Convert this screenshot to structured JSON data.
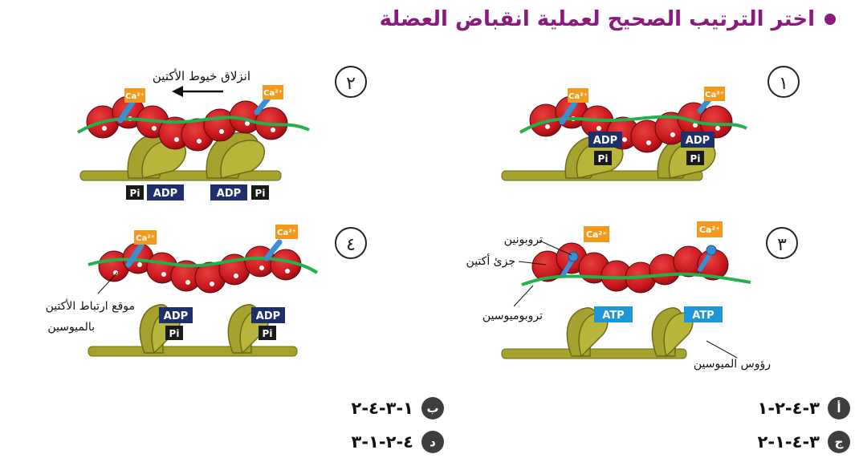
{
  "question": {
    "title": "اختر الترتيب الصحيح لعملية انقباض العضلة"
  },
  "diagrams": {
    "panel_numbers": [
      "١",
      "٢",
      "٣",
      "٤"
    ],
    "labels": {
      "ca": "Ca²⁺",
      "adp": "ADP",
      "pi": "Pi",
      "atp": "ATP",
      "sliding": "انزلاق خيوط الأكتين",
      "troponin": "تروبونين",
      "actin_molecule": "جزئ أكتين",
      "tropomyosin": "تروبوميوسين",
      "myosin_heads": "رؤوس الميوسين",
      "binding_site_line1": "موقع ارتباط الأكتين",
      "binding_site_line2": "بالميوسين"
    }
  },
  "options": [
    {
      "letter": "أ",
      "sequence": "٣-٤-٢-١"
    },
    {
      "letter": "ب",
      "sequence": "١-٣-٤-٢"
    },
    {
      "letter": "ج",
      "sequence": "٣-٤-١-٢"
    },
    {
      "letter": "د",
      "sequence": "٤-٢-١-٣"
    }
  ],
  "colors": {
    "title": "#8b1a7c",
    "actin": "#c8161d",
    "tropomyosin": "#22b14c",
    "myosin": "#a5a32e",
    "ca_box": "#f39a1e",
    "adp_box": "#1f2f6b",
    "pi_box": "#1a1a1a",
    "atp_box": "#1c96d4",
    "troponin": "#3a8fd0"
  }
}
